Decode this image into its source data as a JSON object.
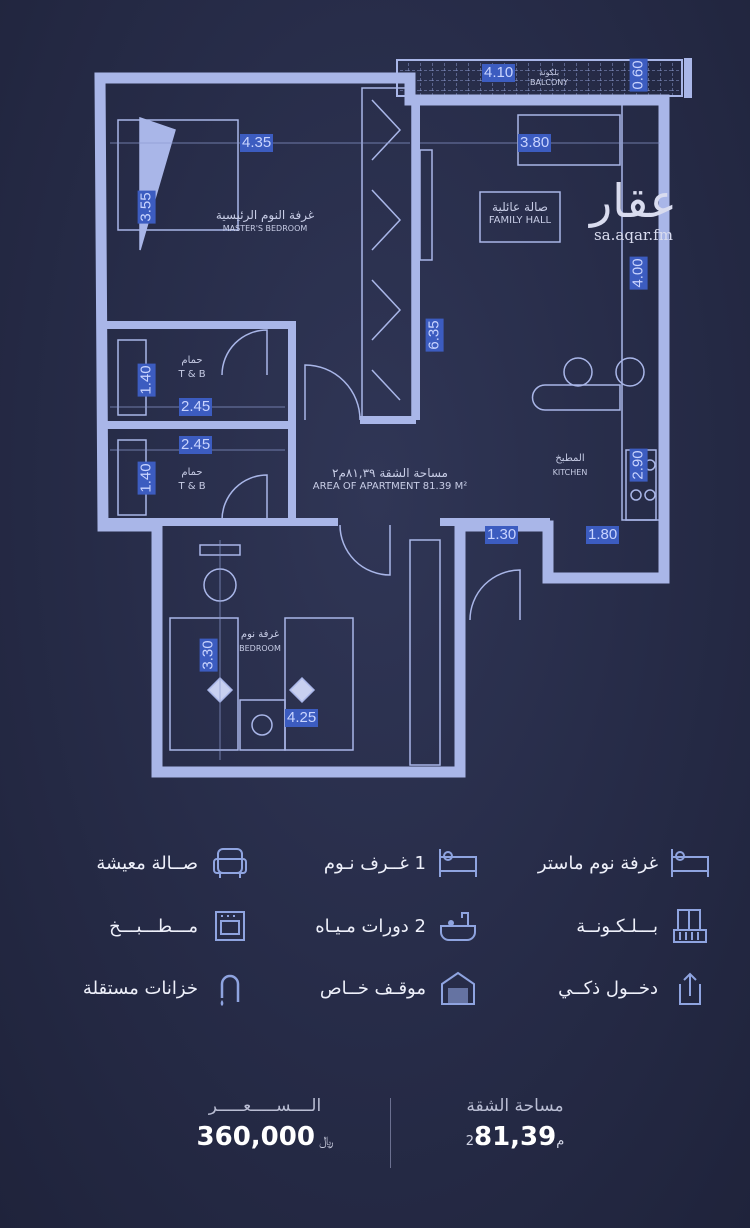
{
  "plan": {
    "dimensions": [
      "4.35",
      "3.55",
      "3.80",
      "4.10",
      "0.60",
      "4.00",
      "6.35",
      "1.40",
      "2.45",
      "2.45",
      "1.40",
      "2.90",
      "1.30",
      "1.80",
      "3.30",
      "4.25"
    ],
    "rooms": {
      "balcony_ar": "بلكونة",
      "balcony_en": "BALCONY",
      "master_ar": "غرفة النوم الرئيسية",
      "master_en": "MASTER'S BEDROOM",
      "family_ar": "صالة عائلية",
      "family_en": "FAMILY HALL",
      "bath1_ar": "حمام",
      "bath1_en": "T & B",
      "bath2_ar": "حمام",
      "bath2_en": "T & B",
      "area_ar": "مساحة الشقة ٨١,٣٩م٢",
      "area_en": "AREA OF APARTMENT 81.39 M²",
      "kitchen_ar": "المطبخ",
      "kitchen_en": "KITCHEN",
      "bedroom_ar": "غرفة نوم",
      "bedroom_en": "BEDROOM"
    }
  },
  "logo": {
    "ar": "عقار",
    "en": "sa.aqar.fm"
  },
  "features": [
    {
      "label": "غرفة نوم ماستر",
      "icon": "bed-icon"
    },
    {
      "label": "1 غــرف نـوم",
      "icon": "bed-icon"
    },
    {
      "label": "صــالة معيشة",
      "icon": "armchair-icon"
    },
    {
      "label": "بـــلـكـونــة",
      "icon": "balcony-icon"
    },
    {
      "label": "2 دورات مـيـاه",
      "icon": "bathtub-icon"
    },
    {
      "label": "مـــطـــبـــخ",
      "icon": "oven-icon"
    },
    {
      "label": "دخــول ذكــي",
      "icon": "smart-entry-icon"
    },
    {
      "label": "موقـف خــاص",
      "icon": "garage-icon"
    },
    {
      "label": "خزانات مستقلة",
      "icon": "water-tap-icon"
    }
  ],
  "summary": {
    "area_label": "مساحة الشقة",
    "area_value": "81,39",
    "area_unit": "م2",
    "price_label": "الــــســـــعـــــر",
    "price_value": "360,000",
    "currency": "⃁"
  },
  "colors": {
    "background": "#272c48",
    "walls": "#a9b6e8",
    "dimension_tag": "#3c5cc0"
  }
}
